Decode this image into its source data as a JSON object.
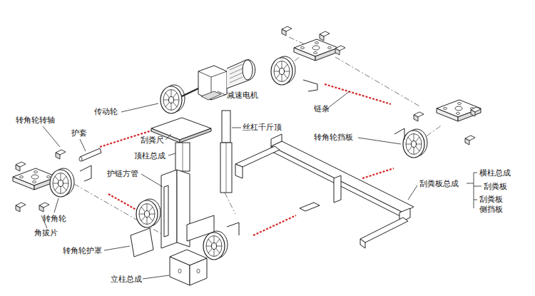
{
  "diagram": {
    "labels": [
      "转角轮转轴",
      "护套",
      "传动轮",
      "刮粪尺",
      "顶柱总成",
      "减速电机",
      "丝杠千斤顶",
      "链条",
      "转角轮挡板",
      "护链方管",
      "刮粪板总成",
      "横柱总成",
      "刮粪板",
      "刮粪板 侧挡板",
      "转角轮",
      "角拔片",
      "转角轮护罩",
      "立柱总成"
    ]
  }
}
